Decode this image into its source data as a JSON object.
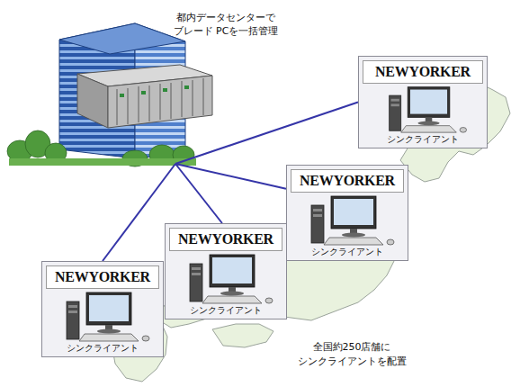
{
  "diagram": {
    "nodes": [
      {
        "text": [
          "都内データセンターで ブレード PCを一括管理"
        ]
      },
      {
        "text": [
          "NEWYORKER",
          "シンクライアント"
        ]
      },
      {
        "text": [
          "NEWYORKER",
          "シンクライアント"
        ]
      },
      {
        "text": [
          "NEWYORKER",
          "シンクライアント"
        ]
      },
      {
        "text": [
          "NEWYORKER",
          "シンクライアント"
        ]
      }
    ],
    "edges": [
      {
        "from": 0,
        "to": 1,
        "arrow": "none"
      },
      {
        "from": 0,
        "to": 2,
        "arrow": "none"
      },
      {
        "from": 0,
        "to": 3,
        "arrow": "none"
      },
      {
        "from": 0,
        "to": 4,
        "arrow": "none"
      }
    ],
    "labels": [
      "全国約250店舗に シンクライアントを配置"
    ]
  }
}
